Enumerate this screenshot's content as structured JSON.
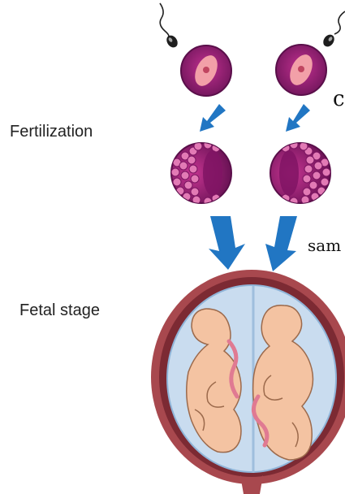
{
  "labels": {
    "fertilization": "Fertilization",
    "fetal_stage": "Fetal stage",
    "cut_off_1": "c",
    "cut_off_2": "sam"
  },
  "colors": {
    "arrow": "#2176c3",
    "egg_outer": "#9a1f78",
    "egg_inner": "#f2a0a8",
    "uterus_wall": "#b65b5f",
    "amniotic_fluid": "#c9dcef",
    "fetus": "#f4c3a2",
    "cord": "#e07a92"
  }
}
